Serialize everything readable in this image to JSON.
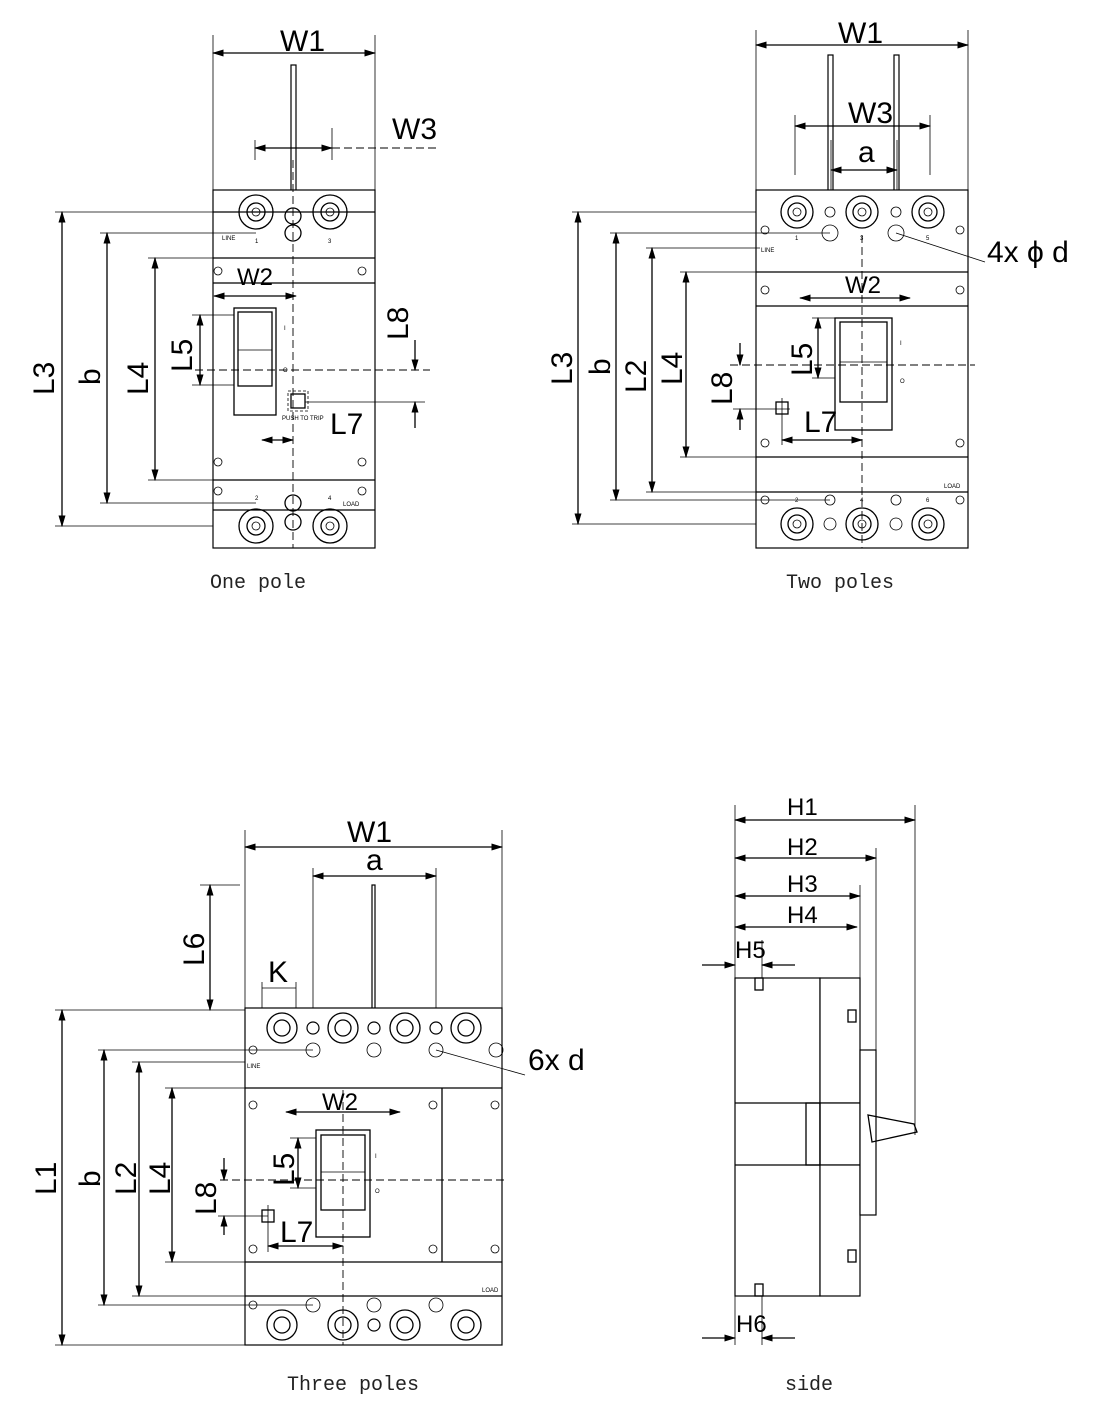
{
  "captions": {
    "one_pole": "One pole",
    "two_poles": "Two poles",
    "three_poles": "Three poles",
    "side": "side"
  },
  "dimensions": {
    "W1": "W1",
    "W2": "W2",
    "W3": "W3",
    "L1": "L1",
    "L2": "L2",
    "L3": "L3",
    "L4": "L4",
    "L5": "L5",
    "L6": "L6",
    "L7": "L7",
    "L8": "L8",
    "b": "b",
    "a": "a",
    "K": "K",
    "H1": "H1",
    "H2": "H2",
    "H3": "H3",
    "H4": "H4",
    "H5": "H5",
    "H6": "H6"
  },
  "holes": {
    "four": "4x ϕ d",
    "six": "6x d"
  },
  "markings": {
    "line": "LINE",
    "load": "LOAD",
    "push_to_trip": "PUSH TO TRIP",
    "on": "I",
    "off": "O",
    "t1": "1",
    "t2": "2",
    "t3": "3",
    "t4": "4",
    "t5": "5",
    "t6": "6"
  }
}
